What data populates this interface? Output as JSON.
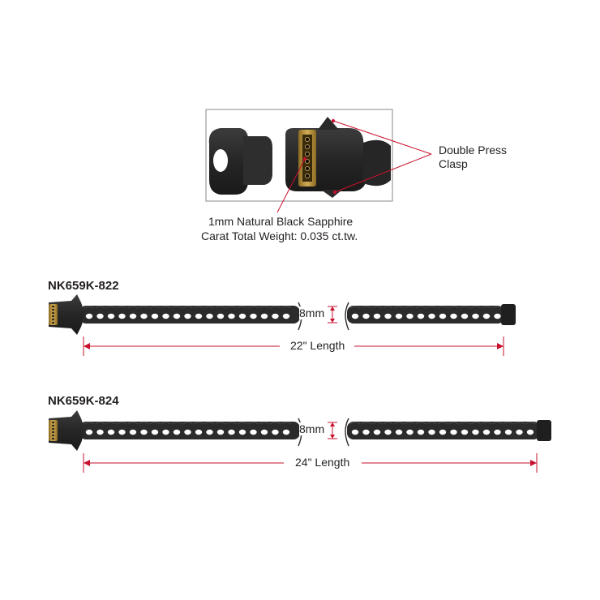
{
  "detail": {
    "sapphire_line1": "1mm Natural Black Sapphire",
    "sapphire_line2": "Carat Total Weight: 0.035 ct.tw.",
    "clasp_line1": "Double Press",
    "clasp_line2": "Clasp"
  },
  "chains": [
    {
      "model": "NK659K-822",
      "width_label": "8mm",
      "length_label": "22\" Length"
    },
    {
      "model": "NK659K-824",
      "width_label": "8mm",
      "length_label": "24\" Length"
    }
  ],
  "colors": {
    "chain": "#2b2b2b",
    "link_hole": "#ffffff",
    "gold": "#b8923a",
    "dimension": "#c8102e",
    "text": "#231f20",
    "frame": "#8a8a8a"
  }
}
